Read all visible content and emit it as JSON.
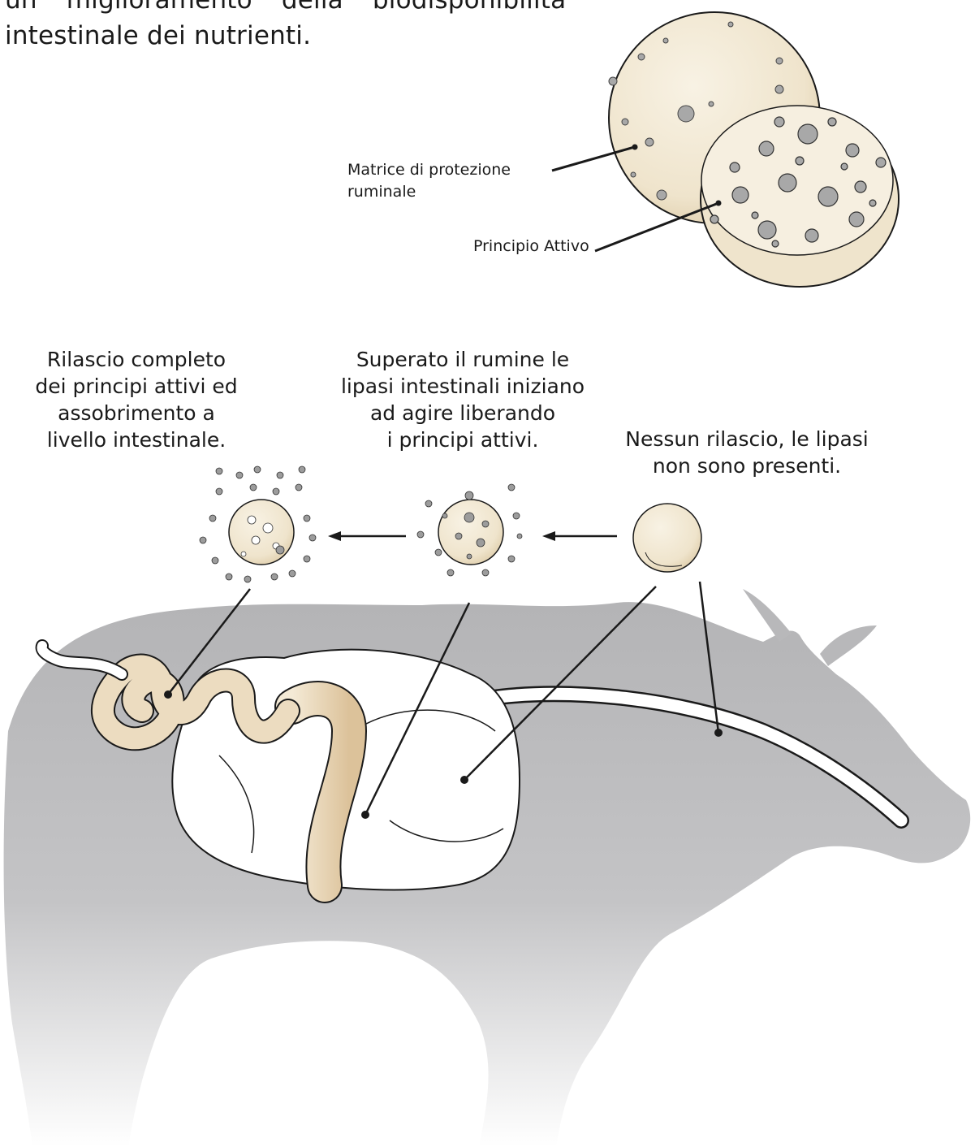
{
  "intro": {
    "line1": "un miglioramento della biodisponibilità",
    "line2": "intestinale dei nutrienti."
  },
  "capsule": {
    "matrix_label_line1": "Matrice di protezione",
    "matrix_label_line2": "ruminale",
    "active_label": "Principio Attivo"
  },
  "stages": [
    {
      "lines": [
        "Rilascio completo",
        "dei principi attivi ed",
        "assobrimento a",
        "livello intestinale."
      ]
    },
    {
      "lines": [
        "Superato il rumine le",
        "lipasi intestinali iniziano",
        "ad agire liberando",
        "i principi attivi."
      ]
    },
    {
      "lines": [
        "Nessun rilascio, le lipasi",
        "non sono presenti."
      ]
    }
  ],
  "colors": {
    "cow_silhouette": "#b8b8ba",
    "capsule_fill": "#f4ecdc",
    "capsule_shade": "#e2d2b2",
    "intestine_tan": "#e8d4b4",
    "pellet_grey": "#9c9c9c",
    "line": "#1a1a1a"
  }
}
